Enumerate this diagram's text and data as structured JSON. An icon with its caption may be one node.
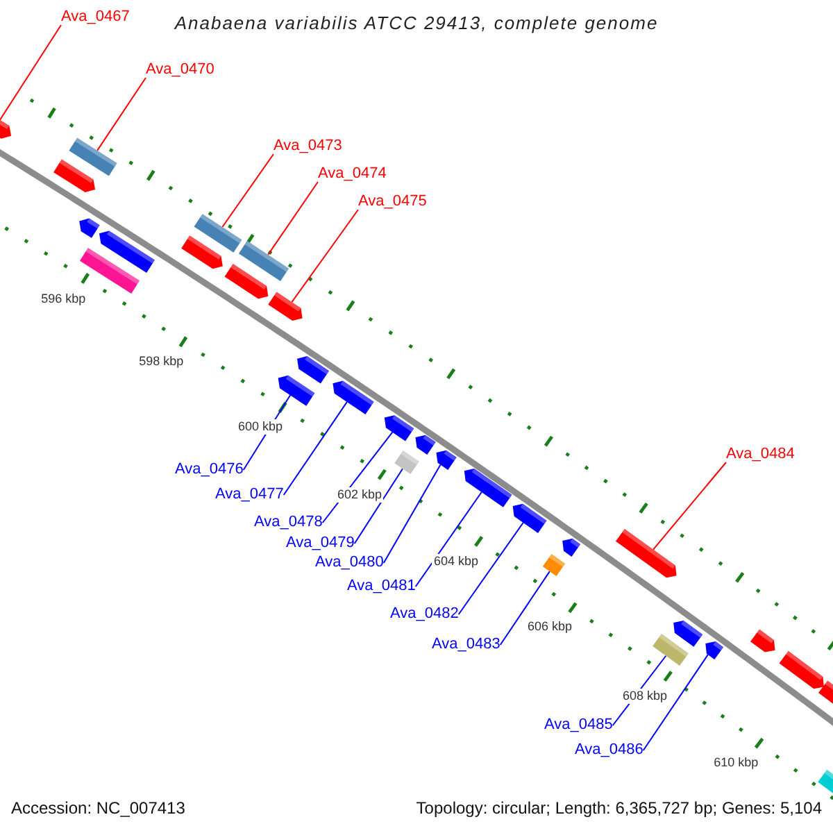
{
  "diagram": {
    "title": "Anabaena variabilis ATCC 29413, complete genome",
    "nodes": [
      {
        "text": [
          "Ava_0467"
        ]
      },
      {
        "text": [
          "Ava_0470"
        ]
      },
      {
        "text": [
          "Ava_0473"
        ]
      },
      {
        "text": [
          "Ava_0474"
        ]
      },
      {
        "text": [
          "Ava_0475"
        ]
      },
      {
        "text": [
          "Ava_0476"
        ]
      },
      {
        "text": [
          "Ava_0477"
        ]
      },
      {
        "text": [
          "Ava_0478"
        ]
      },
      {
        "text": [
          "Ava_0479"
        ]
      },
      {
        "text": [
          "Ava_0480"
        ]
      },
      {
        "text": [
          "Ava_0481"
        ]
      },
      {
        "text": [
          "Ava_0482"
        ]
      },
      {
        "text": [
          "Ava_0483"
        ]
      },
      {
        "text": [
          "Ava_0484"
        ]
      },
      {
        "text": [
          "Ava_0485"
        ]
      },
      {
        "text": [
          "Ava_0486"
        ]
      },
      {
        "text": [],
        "shape": "arrow"
      },
      {
        "text": [],
        "shape": "arrow"
      },
      {
        "text": [],
        "shape": "box"
      },
      {
        "text": [],
        "shape": "arrow"
      },
      {
        "text": [],
        "shape": "box"
      },
      {
        "text": [],
        "shape": "arrow"
      },
      {
        "text": [],
        "shape": "arrow"
      },
      {
        "text": [],
        "shape": "box"
      },
      {
        "text": [],
        "shape": "arrow"
      },
      {
        "text": [],
        "shape": "box"
      },
      {
        "text": [],
        "shape": "arrow"
      },
      {
        "text": [],
        "shape": "arrow"
      },
      {
        "text": [],
        "shape": "arrow"
      },
      {
        "text": [],
        "shape": "arrow"
      },
      {
        "text": [],
        "shape": "arrow"
      },
      {
        "text": [],
        "shape": "box"
      },
      {
        "text": [],
        "shape": "arrow"
      },
      {
        "text": [],
        "shape": "arrow"
      },
      {
        "text": [],
        "shape": "arrow"
      },
      {
        "text": [],
        "shape": "arrow"
      },
      {
        "text": [],
        "shape": "arrow"
      },
      {
        "text": [],
        "shape": "box"
      },
      {
        "text": [],
        "shape": "arrow"
      },
      {
        "text": [],
        "shape": "arrow"
      },
      {
        "text": [],
        "shape": "box"
      },
      {
        "text": [],
        "shape": "arrow"
      },
      {
        "text": [],
        "shape": "arrow"
      },
      {
        "text": [],
        "shape": "arrow"
      },
      {
        "text": [],
        "shape": "arrow"
      },
      {
        "text": [],
        "shape": "box"
      }
    ],
    "edges": [
      {
        "from": 0,
        "to": 16,
        "arrow": "none",
        "color": "#ff0000"
      },
      {
        "from": 1,
        "to": 18,
        "arrow": "none",
        "color": "#ff0000"
      },
      {
        "from": 2,
        "to": 23,
        "arrow": "none",
        "color": "#ff0000"
      },
      {
        "from": 3,
        "to": 25,
        "arrow": "none",
        "color": "#ff0000"
      },
      {
        "from": 4,
        "to": 26,
        "arrow": "none",
        "color": "#ff0000"
      },
      {
        "from": 5,
        "to": 27,
        "arrow": "none"
      },
      {
        "from": 6,
        "to": 29,
        "arrow": "none"
      },
      {
        "from": 7,
        "to": 30,
        "arrow": "none"
      },
      {
        "from": 8,
        "to": 31,
        "arrow": "none"
      },
      {
        "from": 9,
        "to": 33,
        "arrow": "none"
      },
      {
        "from": 10,
        "to": 34,
        "arrow": "none"
      },
      {
        "from": 11,
        "to": 35,
        "arrow": "none"
      },
      {
        "from": 12,
        "to": 37,
        "arrow": "none"
      },
      {
        "from": 13,
        "to": 38,
        "arrow": "none",
        "color": "#ff0000"
      },
      {
        "from": 14,
        "to": 40,
        "arrow": "none"
      },
      {
        "from": 15,
        "to": 41,
        "arrow": "none"
      }
    ],
    "labels": [
      "596 kbp",
      "598 kbp",
      "600 kbp",
      "602 kbp",
      "604 kbp",
      "606 kbp",
      "608 kbp",
      "610 kbp",
      "Accession: NC_007413",
      "Topology: circular; Length: 6,365,727 bp; Genes: 5,104"
    ]
  }
}
